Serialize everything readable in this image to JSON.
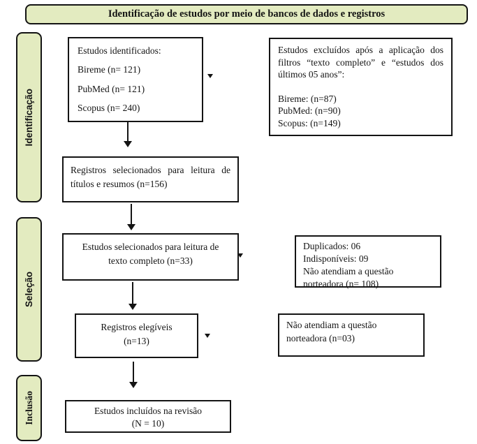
{
  "header": {
    "title": "Identificação de estudos por meio de bancos de dados e registros"
  },
  "sidebar": {
    "stages": [
      {
        "label": "Identificação"
      },
      {
        "label": "Seleção"
      },
      {
        "label": "Inclusão"
      }
    ]
  },
  "flow": {
    "identified": {
      "title": "Estudos identificados:",
      "lines": [
        "Bireme (n= 121)",
        "PubMed (n= 121)",
        "Scopus (n= 240)"
      ]
    },
    "excluded_filters": {
      "paragraph": "Estudos excluídos após a aplicação dos filtros “texto completo” e “estudos dos últimos 05 anos”:",
      "lines": [
        "Bireme: (n=87)",
        "PubMed: (n=90)",
        "Scopus: (n=149)"
      ]
    },
    "screened": {
      "text": "Registros selecionados para leitura de títulos e resumos (n=156)"
    },
    "fulltext": {
      "line1": "Estudos selecionados para leitura de",
      "line2": "texto completo (n=33)"
    },
    "excluded_screening": {
      "lines": [
        "Duplicados: 06",
        "Indisponíveis: 09",
        "Não atendiam a questão",
        "norteadora (n= 108)"
      ]
    },
    "eligible": {
      "line1": "Registros elegíveis",
      "line2": "(n=13)"
    },
    "excluded_eligibility": {
      "lines": [
        "Não atendiam a questão",
        "norteadora (n=03)"
      ]
    },
    "included": {
      "line1": "Estudos incluídos na revisão",
      "line2": "(N = 10)"
    }
  },
  "colors": {
    "stage_fill": "#e3ebc0",
    "line": "#141414",
    "background": "#ffffff"
  }
}
